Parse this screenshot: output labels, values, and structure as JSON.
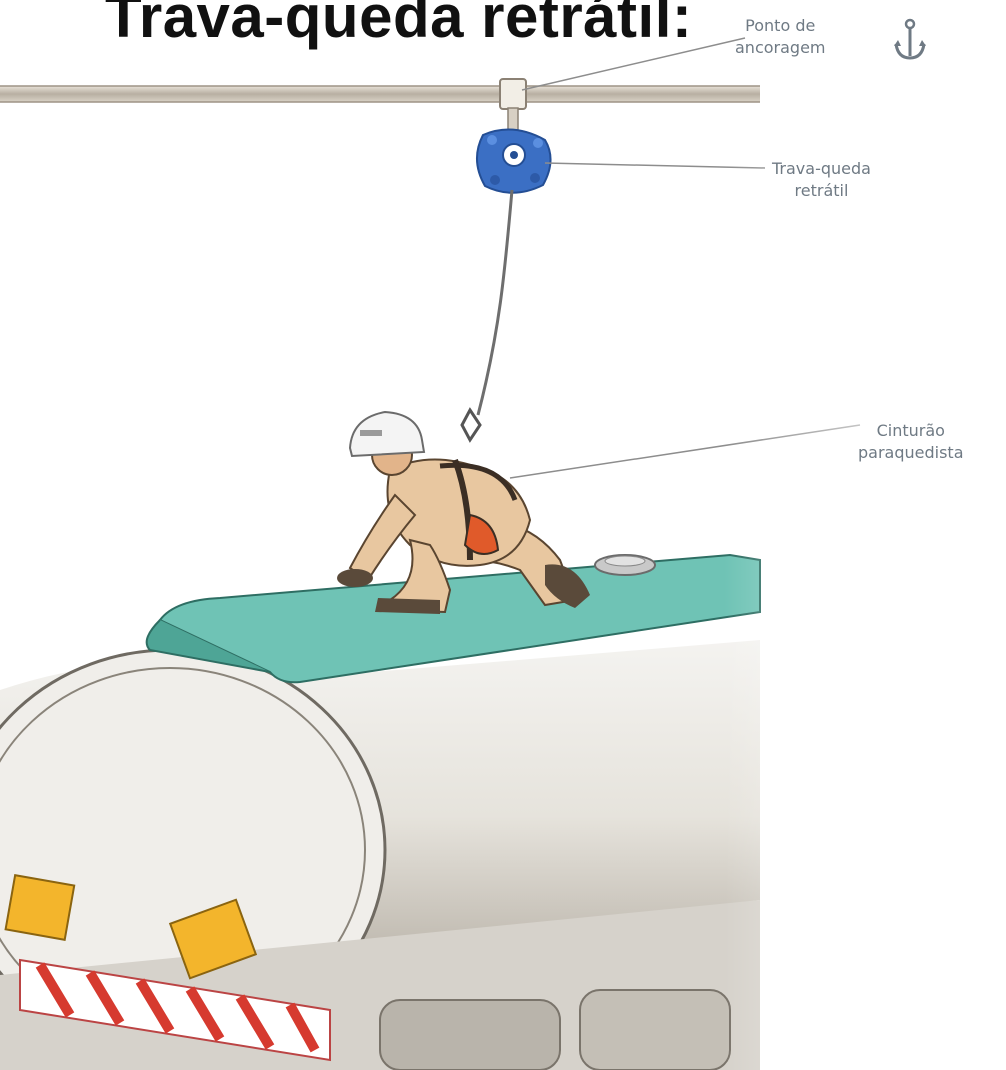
{
  "title": "Trava-queda retrátil:",
  "callouts": {
    "anchor_point": {
      "line1": "Ponto de",
      "line2": "ancoragem"
    },
    "retractable_device": {
      "line1": "Trava-queda",
      "line2": "retrátil"
    },
    "harness": {
      "line1": "Cinturão",
      "line2": "paraquedista"
    }
  },
  "icons": {
    "anchor": "anchor-icon",
    "device": "fall-arrester-device"
  },
  "colors": {
    "device_blue": "#3b6fc4",
    "tank_top_green": "#6fc3b5",
    "worker_suit": "#e8c7a0",
    "harness_orange": "#e05a2a",
    "hazard_yellow": "#f3b52c"
  }
}
